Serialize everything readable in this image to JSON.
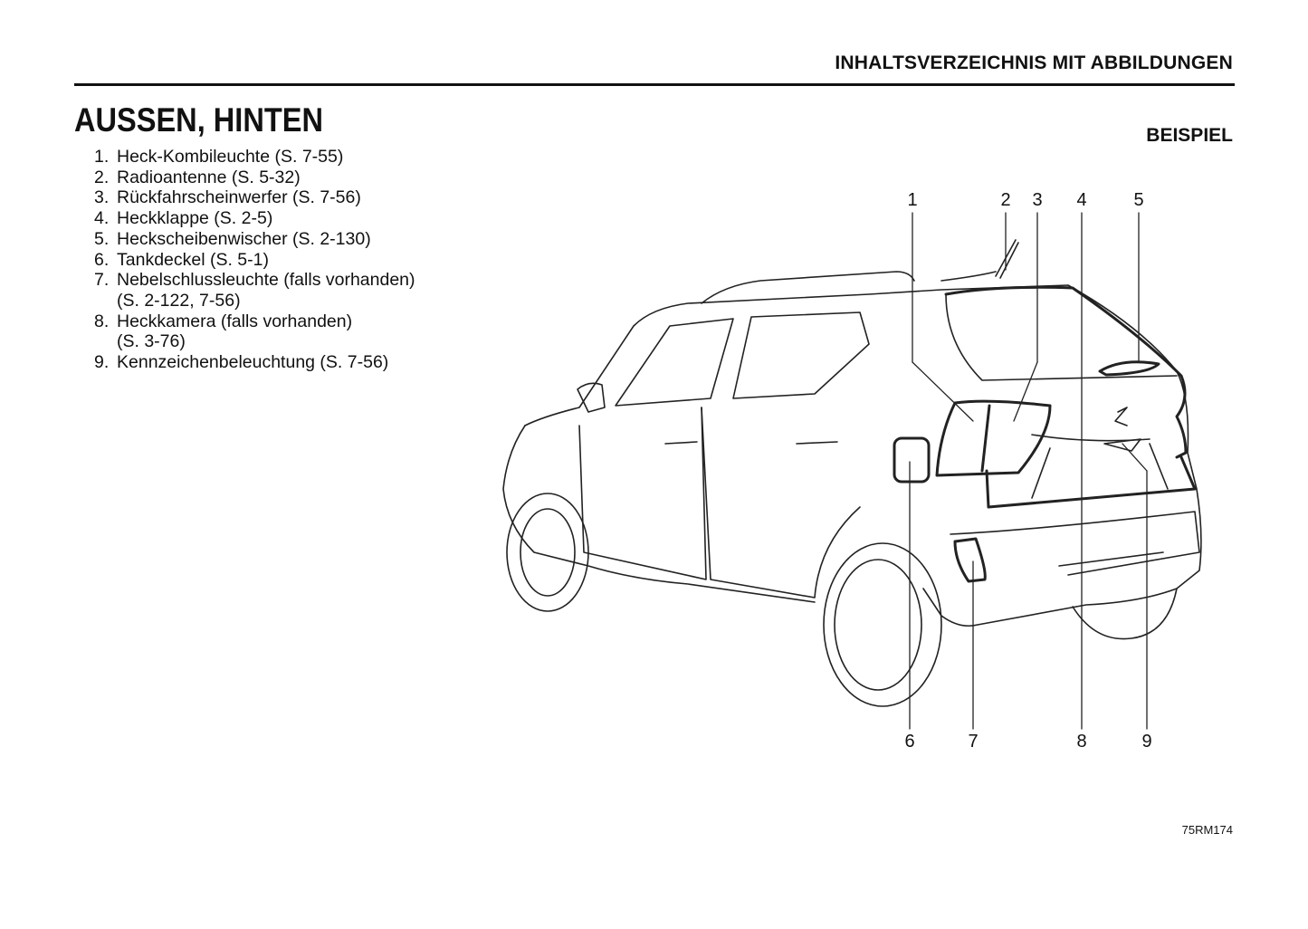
{
  "header": {
    "section_title": "INHALTSVERZEICHNIS MIT ABBILDUNGEN"
  },
  "page": {
    "title": "AUSSEN, HINTEN",
    "example_label": "BEISPIEL",
    "figure_code": "75RM174"
  },
  "items": [
    {
      "num": "1.",
      "text": "Heck-Kombileuchte (S. 7-55)"
    },
    {
      "num": "2.",
      "text": "Radioantenne (S. 5-32)"
    },
    {
      "num": "3.",
      "text": "Rückfahrscheinwerfer (S. 7-56)"
    },
    {
      "num": "4.",
      "text": "Heckklappe (S. 2-5)"
    },
    {
      "num": "5.",
      "text": "Heckscheibenwischer (S. 2-130)"
    },
    {
      "num": "6.",
      "text": "Tankdeckel (S. 5-1)"
    },
    {
      "num": "7.",
      "text": "Nebelschlussleuchte (falls vorhanden)",
      "cont": "(S. 2-122, 7-56)"
    },
    {
      "num": "8.",
      "text": "Heckkamera (falls vorhanden)",
      "cont": "(S. 3-76)"
    },
    {
      "num": "9.",
      "text": "Kennzeichenbeleuchtung (S. 7-56)"
    }
  ],
  "callouts": {
    "c1": "1",
    "c2": "2",
    "c3": "3",
    "c4": "4",
    "c5": "5",
    "c6": "6",
    "c7": "7",
    "c8": "8",
    "c9": "9"
  }
}
